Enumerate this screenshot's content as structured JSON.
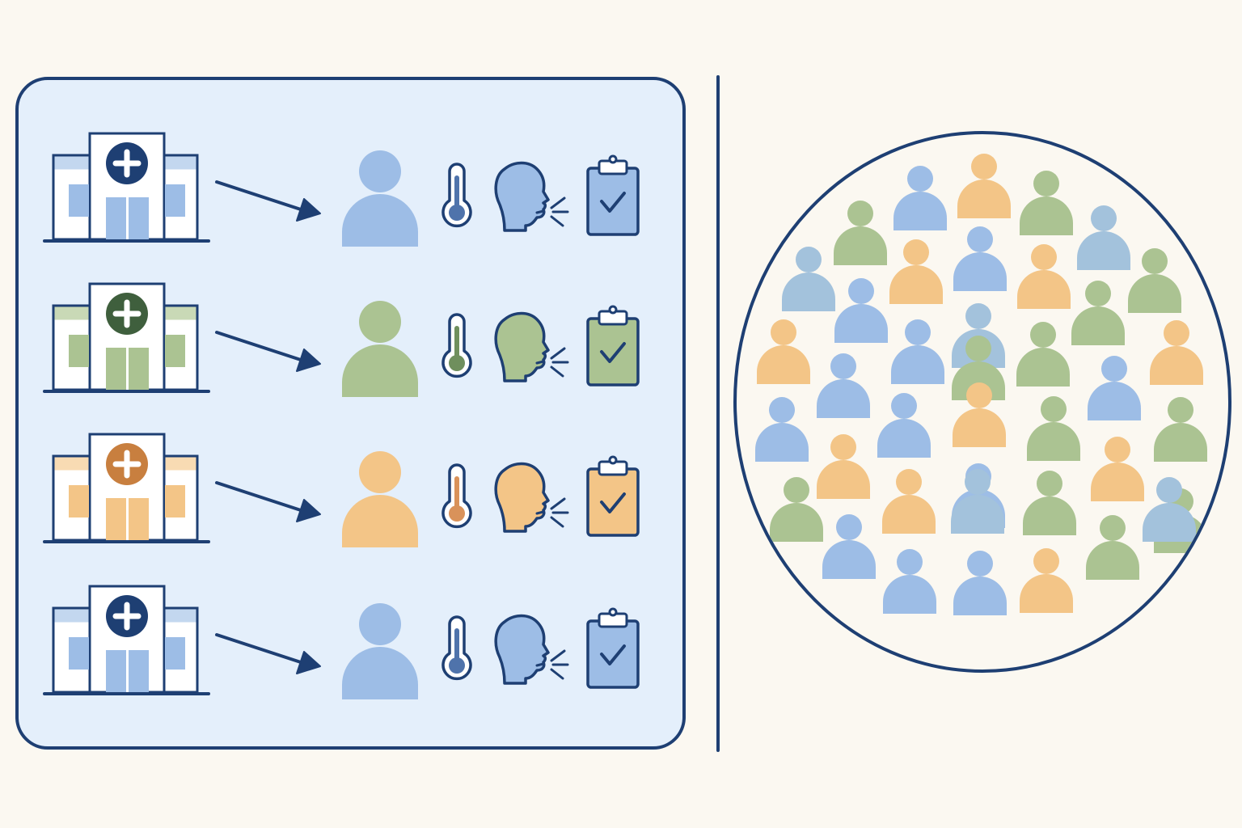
{
  "colors": {
    "background": "#fbf8f1",
    "outline": "#1e3f73",
    "panel_fill": "#e4effb",
    "circle_fill": "#fbf8f1"
  },
  "palettes": {
    "blue": {
      "main": "#9dbde6",
      "light": "#c3d7ef",
      "dark": "#1e3f73",
      "accent": "#4f73ab",
      "tint": "#d8e5f5"
    },
    "green": {
      "main": "#abc392",
      "light": "#c9d9b6",
      "dark": "#3f5f3d",
      "accent": "#6f8f5d",
      "tint": "#dfe9d3"
    },
    "orange": {
      "main": "#f3c587",
      "light": "#f8dbb3",
      "dark": "#c87f3f",
      "accent": "#d9925a",
      "tint": "#fbe6c7"
    },
    "teal": {
      "main": "#a3c2dc"
    }
  },
  "pipeline_rows": [
    {
      "palette": "blue",
      "icons": [
        "hospital-icon",
        "arrow-icon",
        "patient-icon",
        "thermometer-icon",
        "coughing-head-icon",
        "clipboard-check-icon"
      ]
    },
    {
      "palette": "green",
      "icons": [
        "hospital-icon",
        "arrow-icon",
        "patient-icon",
        "thermometer-icon",
        "coughing-head-icon",
        "clipboard-check-icon"
      ]
    },
    {
      "palette": "orange",
      "icons": [
        "hospital-icon",
        "arrow-icon",
        "patient-icon",
        "thermometer-icon",
        "coughing-head-icon",
        "clipboard-check-icon"
      ]
    },
    {
      "palette": "blue",
      "icons": [
        "hospital-icon",
        "arrow-icon",
        "patient-icon",
        "thermometer-icon",
        "coughing-head-icon",
        "clipboard-check-icon"
      ]
    }
  ],
  "population": {
    "icon": "person-icon",
    "people": [
      {
        "palette": "blue"
      },
      {
        "palette": "orange"
      },
      {
        "palette": "green"
      },
      {
        "palette": "green"
      },
      {
        "palette": "teal"
      },
      {
        "palette": "teal"
      },
      {
        "palette": "orange"
      },
      {
        "palette": "blue"
      },
      {
        "palette": "orange"
      },
      {
        "palette": "green"
      },
      {
        "palette": "blue"
      },
      {
        "palette": "green"
      },
      {
        "palette": "teal"
      },
      {
        "palette": "orange"
      },
      {
        "palette": "blue"
      },
      {
        "palette": "green"
      },
      {
        "palette": "blue"
      },
      {
        "palette": "orange"
      },
      {
        "palette": "green"
      },
      {
        "palette": "blue"
      },
      {
        "palette": "blue"
      },
      {
        "palette": "blue"
      },
      {
        "palette": "orange"
      },
      {
        "palette": "green"
      },
      {
        "palette": "green"
      },
      {
        "palette": "orange"
      },
      {
        "palette": "green"
      },
      {
        "palette": "orange"
      },
      {
        "palette": "green"
      },
      {
        "palette": "blue"
      },
      {
        "palette": "green"
      },
      {
        "palette": "orange"
      },
      {
        "palette": "teal"
      },
      {
        "palette": "blue"
      },
      {
        "palette": "green"
      },
      {
        "palette": "blue"
      },
      {
        "palette": "blue"
      },
      {
        "palette": "orange"
      },
      {
        "palette": "teal"
      }
    ]
  }
}
